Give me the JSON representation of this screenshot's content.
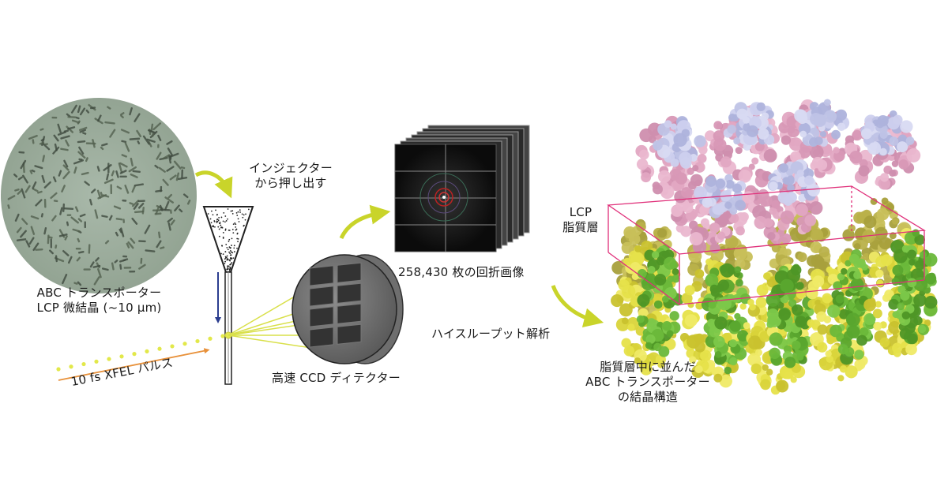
{
  "labels": {
    "crystal_line1": "ABC トランスポーター",
    "crystal_line2": "LCP 微結晶 (~10 µm)",
    "injector_line1": "インジェクター",
    "injector_line2": "から押し出す",
    "pulse": "10 fs XFEL パルス",
    "detector": "高速 CCD ディテクター",
    "images": "258,430 枚の回折画像",
    "analysis": "ハイスループット解析",
    "lcp_line1": "LCP",
    "lcp_line2": "脂質層",
    "structure_line1": "脂質層中に並んだ",
    "structure_line2": "ABC トランスポーター",
    "structure_line3": "の結晶構造"
  },
  "colors": {
    "arrow": "#c9d42a",
    "flow_arrow": "#2b3d8f",
    "pulse_arrow": "#e8913a",
    "beam_dots": "#e2e84a",
    "lipid_box": "#e0307a",
    "protein_pink": "#e2a6c2",
    "protein_lavender": "#bfc3e6",
    "protein_yellow": "#e6e24a",
    "protein_green": "#6ab83a"
  },
  "icons": [
    "curved-arrow-icon",
    "injector-icon",
    "ccd-detector-icon",
    "diffraction-stack-icon",
    "crystal-structure-icon"
  ]
}
